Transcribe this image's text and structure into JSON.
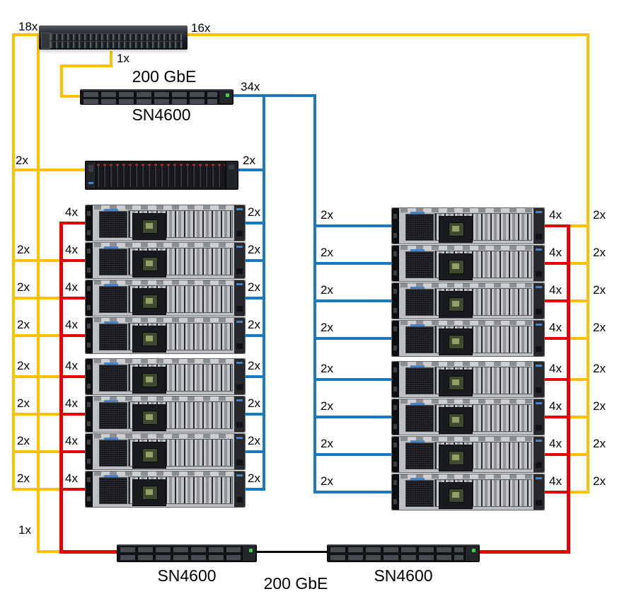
{
  "diagram": {
    "top_switch": {
      "label_left": "18x",
      "label_right": "16x",
      "label_down": "1x"
    },
    "mgmt_switch": {
      "speed": "200 GbE",
      "label": "SN4600",
      "label_uplink": "34x"
    },
    "storage_enclosure": {
      "label_left": "2x",
      "label_right": "2x"
    },
    "left_servers": [
      {
        "far_left": "",
        "left": "4x",
        "right": "2x"
      },
      {
        "far_left": "2x",
        "left": "4x",
        "right": "2x"
      },
      {
        "far_left": "2x",
        "left": "4x",
        "right": "2x"
      },
      {
        "far_left": "2x",
        "left": "4x",
        "right": "2x"
      },
      {
        "far_left": "2x",
        "left": "4x",
        "right": "2x"
      },
      {
        "far_left": "2x",
        "left": "4x",
        "right": "2x"
      },
      {
        "far_left": "2x",
        "left": "4x",
        "right": "2x"
      },
      {
        "far_left": "2x",
        "left": "4x",
        "right": "2x"
      }
    ],
    "right_servers": [
      {
        "left": "2x",
        "right": "4x",
        "far_right": "2x"
      },
      {
        "left": "2x",
        "right": "4x",
        "far_right": "2x"
      },
      {
        "left": "2x",
        "right": "4x",
        "far_right": "2x"
      },
      {
        "left": "2x",
        "right": "4x",
        "far_right": "2x"
      },
      {
        "left": "2x",
        "right": "4x",
        "far_right": "2x"
      },
      {
        "left": "2x",
        "right": "4x",
        "far_right": "2x"
      },
      {
        "left": "2x",
        "right": "4x",
        "far_right": "2x"
      },
      {
        "left": "2x",
        "right": "4x",
        "far_right": "2x"
      }
    ],
    "bottom": {
      "label_left": "1x",
      "switch_left_label": "SN4600",
      "link_speed": "200 GbE",
      "switch_right_label": "SN4600"
    },
    "colors": {
      "yellow": "#FFC000",
      "red": "#E60000",
      "blue": "#1878C2",
      "black": "#000000"
    }
  }
}
